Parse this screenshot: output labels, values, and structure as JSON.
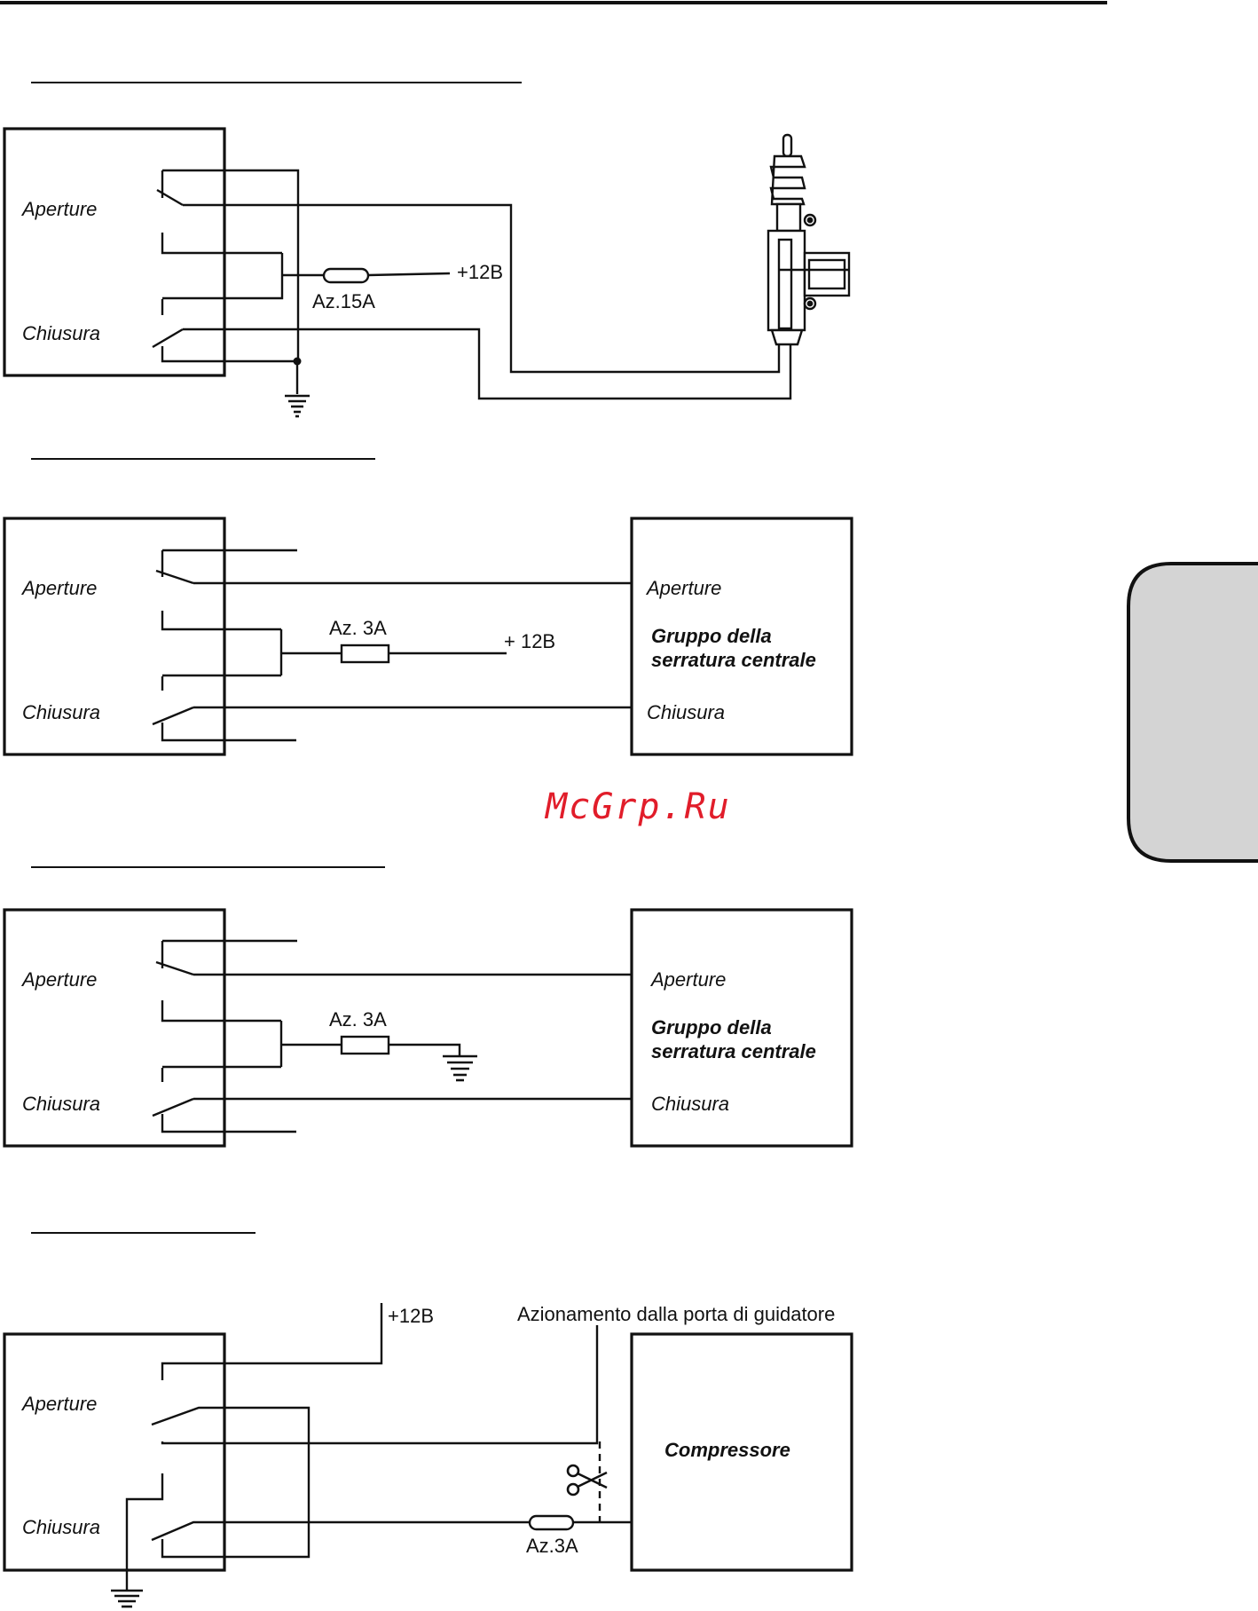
{
  "colors": {
    "ink": "#111111",
    "tab": "#d4d4d4",
    "watermark": "#e11d2a"
  },
  "watermark": "McGrp.Ru",
  "diagram1": {
    "opening_label": "Aperture",
    "closing_label": "Chiusura",
    "fuse_label": "Az.15A",
    "supply_label": "+12B"
  },
  "diagram2": {
    "opening_label": "Aperture",
    "closing_label": "Chiusura",
    "fuse_label": "Az. 3A",
    "supply_label": "+ 12B",
    "unit_opening_label": "Aperture",
    "unit_title_line1": "Gruppo della",
    "unit_title_line2": "serratura centrale",
    "unit_closing_label": "Chiusura"
  },
  "diagram3": {
    "opening_label": "Aperture",
    "closing_label": "Chiusura",
    "fuse_label": "Az. 3A",
    "unit_opening_label": "Aperture",
    "unit_title_line1": "Gruppo della",
    "unit_title_line2": "serratura centrale",
    "unit_closing_label": "Chiusura"
  },
  "diagram4": {
    "opening_label": "Aperture",
    "closing_label": "Chiusura",
    "supply_label": "+12B",
    "driver_door_label": "Azionamento dalla porta di guidatore",
    "compressor_label": "Compressore",
    "fuse_label": "Az.3A"
  }
}
